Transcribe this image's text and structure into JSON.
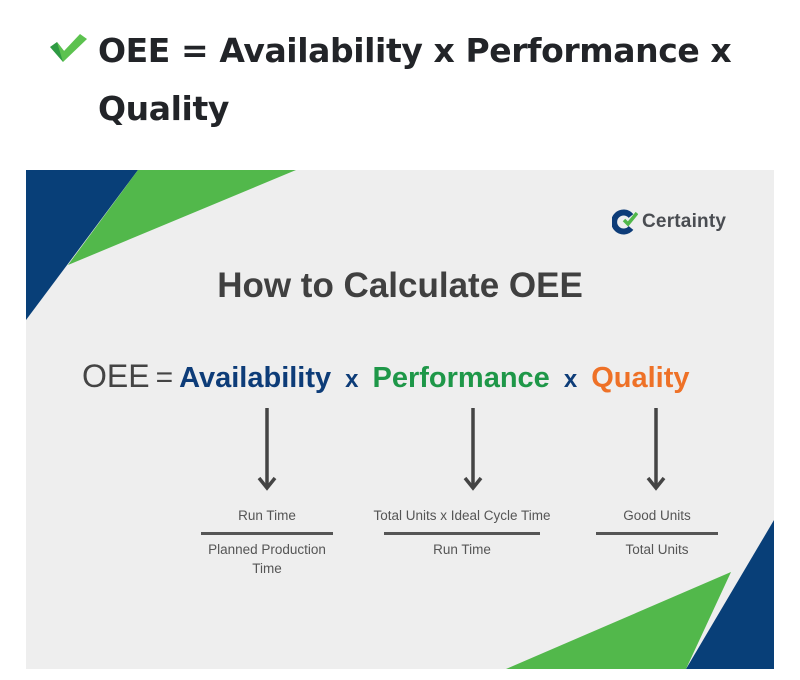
{
  "heading": {
    "icon": "checkmark-icon",
    "text": "OEE = Availability x Performance x Quality",
    "line1": "OEE = Availability x Performance x",
    "line2": "Quality"
  },
  "graphic": {
    "logo": {
      "icon": "certainty-logo-icon",
      "name": "Certainty"
    },
    "title": "How to Calculate OEE",
    "formula": {
      "lhs": "OEE",
      "equals": "=",
      "terms": [
        {
          "label": "Availability",
          "color": "#0d3c78"
        },
        {
          "label": "Performance",
          "color": "#1e9748"
        },
        {
          "label": "Quality",
          "color": "#ee7127"
        }
      ],
      "operator": "x"
    },
    "fractions": [
      {
        "numerator": "Run Time",
        "denominator": "Planned Production Time",
        "den_line1": "Planned Production",
        "den_line2": "Time"
      },
      {
        "numerator": "Total Units x Ideal Cycle Time",
        "denominator": "Run Time"
      },
      {
        "numerator": "Good Units",
        "denominator": "Total Units"
      }
    ],
    "colors": {
      "background": "#eeeeee",
      "navy": "#083f78",
      "green": "#52b84b",
      "text_dark": "#404040"
    }
  }
}
